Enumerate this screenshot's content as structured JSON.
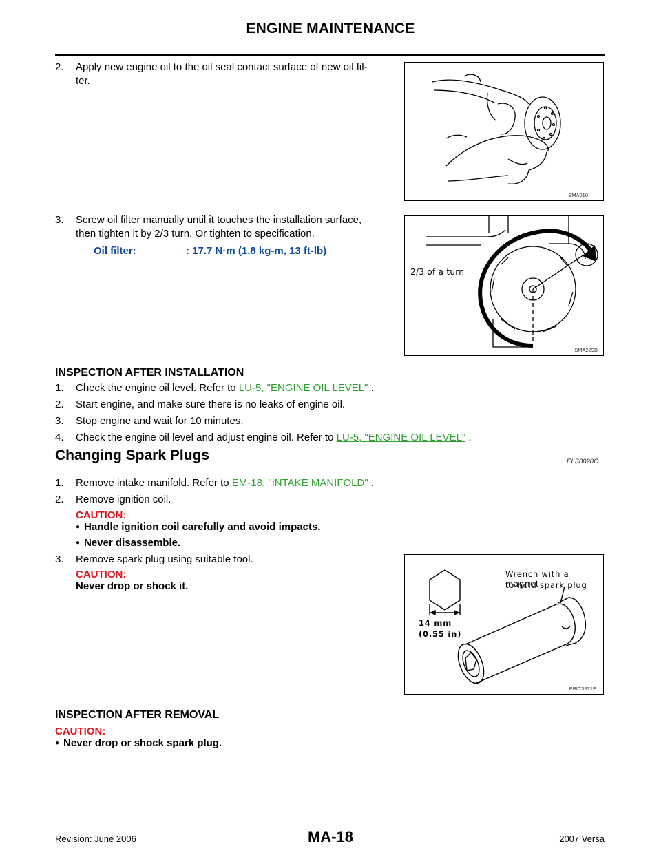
{
  "header": {
    "title": "ENGINE MAINTENANCE"
  },
  "steps_oil": [
    {
      "num": "2.",
      "text": "Apply new engine oil to the oil seal contact surface of new oil fil-",
      "cont": "ter."
    },
    {
      "num": "3.",
      "text": "Screw oil filter manually until it touches the installation surface,",
      "cont": "then tighten it by 2/3 turn. Or tighten to specification."
    }
  ],
  "spec": {
    "label": "Oil filter:",
    "value": ": 17.7 N·m (1.8 kg-m, 13 ft-lb)"
  },
  "figures": {
    "fig1_code": "SMA010",
    "fig2_code": "SMA229B",
    "fig2_label": "2/3 of a turn",
    "fig3_code": "PBIC3871E",
    "fig3_label_line1": "Wrench with a magnet",
    "fig3_label_line2": "to hold spark plug",
    "fig3_dim_line1": "14 mm",
    "fig3_dim_line2": "(0.55 in)"
  },
  "inspection_install": {
    "heading": "INSPECTION AFTER INSTALLATION",
    "items": [
      {
        "num": "1.",
        "text": "Check the engine oil level. Refer to ",
        "link": "LU-5, \"ENGINE OIL LEVEL\"",
        "after": " ."
      },
      {
        "num": "2.",
        "text": "Start engine, and make sure there is no leaks of engine oil."
      },
      {
        "num": "3.",
        "text": "Stop engine and wait for 10 minutes."
      },
      {
        "num": "4.",
        "text": "Check the engine oil level and adjust engine oil. Refer to ",
        "link": "LU-5, \"ENGINE OIL LEVEL\"",
        "after": " ."
      }
    ]
  },
  "spark": {
    "heading": "Changing Spark Plugs",
    "code": "ELS0020O",
    "step1": {
      "num": "1.",
      "text": "Remove intake manifold. Refer to ",
      "link": "EM-18, \"INTAKE MANIFOLD\"",
      "after": " ."
    },
    "step2": {
      "num": "2.",
      "text": "Remove ignition coil."
    },
    "caution1": "CAUTION:",
    "bullet1": "Handle ignition coil carefully and avoid impacts.",
    "bullet2": "Never disassemble.",
    "step3": {
      "num": "3.",
      "text": "Remove spark plug using suitable tool."
    },
    "caution2": "CAUTION:",
    "caution2_text": "Never drop or shock it."
  },
  "inspection_removal": {
    "heading": "INSPECTION AFTER REMOVAL",
    "caution": "CAUTION:",
    "bullet": "Never drop or shock spark plug."
  },
  "footer": {
    "revision": "Revision: June 2006",
    "page": "MA-18",
    "model": "2007 Versa"
  }
}
